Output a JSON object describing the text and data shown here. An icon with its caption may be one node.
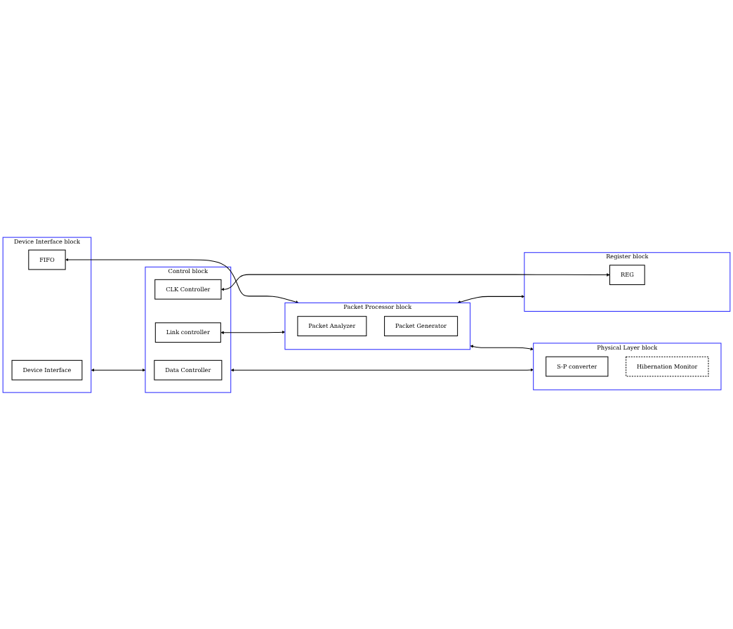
{
  "diagram": {
    "nodes": [
      {
        "text": [
          "Device Interface block"
        ]
      },
      {
        "text": [
          "Device Interface"
        ],
        "in": 0
      },
      {
        "text": [
          "FIFO"
        ],
        "in": 0
      },
      {
        "text": [
          "Packet Processor block"
        ]
      },
      {
        "text": [
          "Packet Analyzer"
        ],
        "in": 3
      },
      {
        "text": [
          "Packet Generator"
        ],
        "in": 3
      },
      {
        "text": [
          "Physical Layer block"
        ]
      },
      {
        "text": [
          "S-P converter"
        ],
        "in": 6
      },
      {
        "text": [
          "Hibernation Monitor"
        ],
        "in": 6
      },
      {
        "text": [
          "Control block"
        ]
      },
      {
        "text": [
          "Data Controller"
        ],
        "in": 9
      },
      {
        "text": [
          "Link controller"
        ],
        "in": 9
      },
      {
        "text": [
          "CLK Controller"
        ],
        "in": 9
      },
      {
        "text": [
          "Register block"
        ]
      },
      {
        "text": [
          "REG"
        ],
        "in": 13
      }
    ],
    "edges": [
      {
        "from": 2,
        "to": 3,
        "arrow": "both"
      },
      {
        "from": 0,
        "to": 9,
        "arrow": "both"
      },
      {
        "from": 3,
        "to": 6,
        "arrow": "both"
      },
      {
        "from": 11,
        "to": 3,
        "arrow": "both"
      },
      {
        "from": 9,
        "to": 6,
        "arrow": "both"
      },
      {
        "from": 3,
        "to": 13,
        "arrow": "both"
      },
      {
        "from": 12,
        "to": 14,
        "arrow": "both"
      }
    ]
  }
}
